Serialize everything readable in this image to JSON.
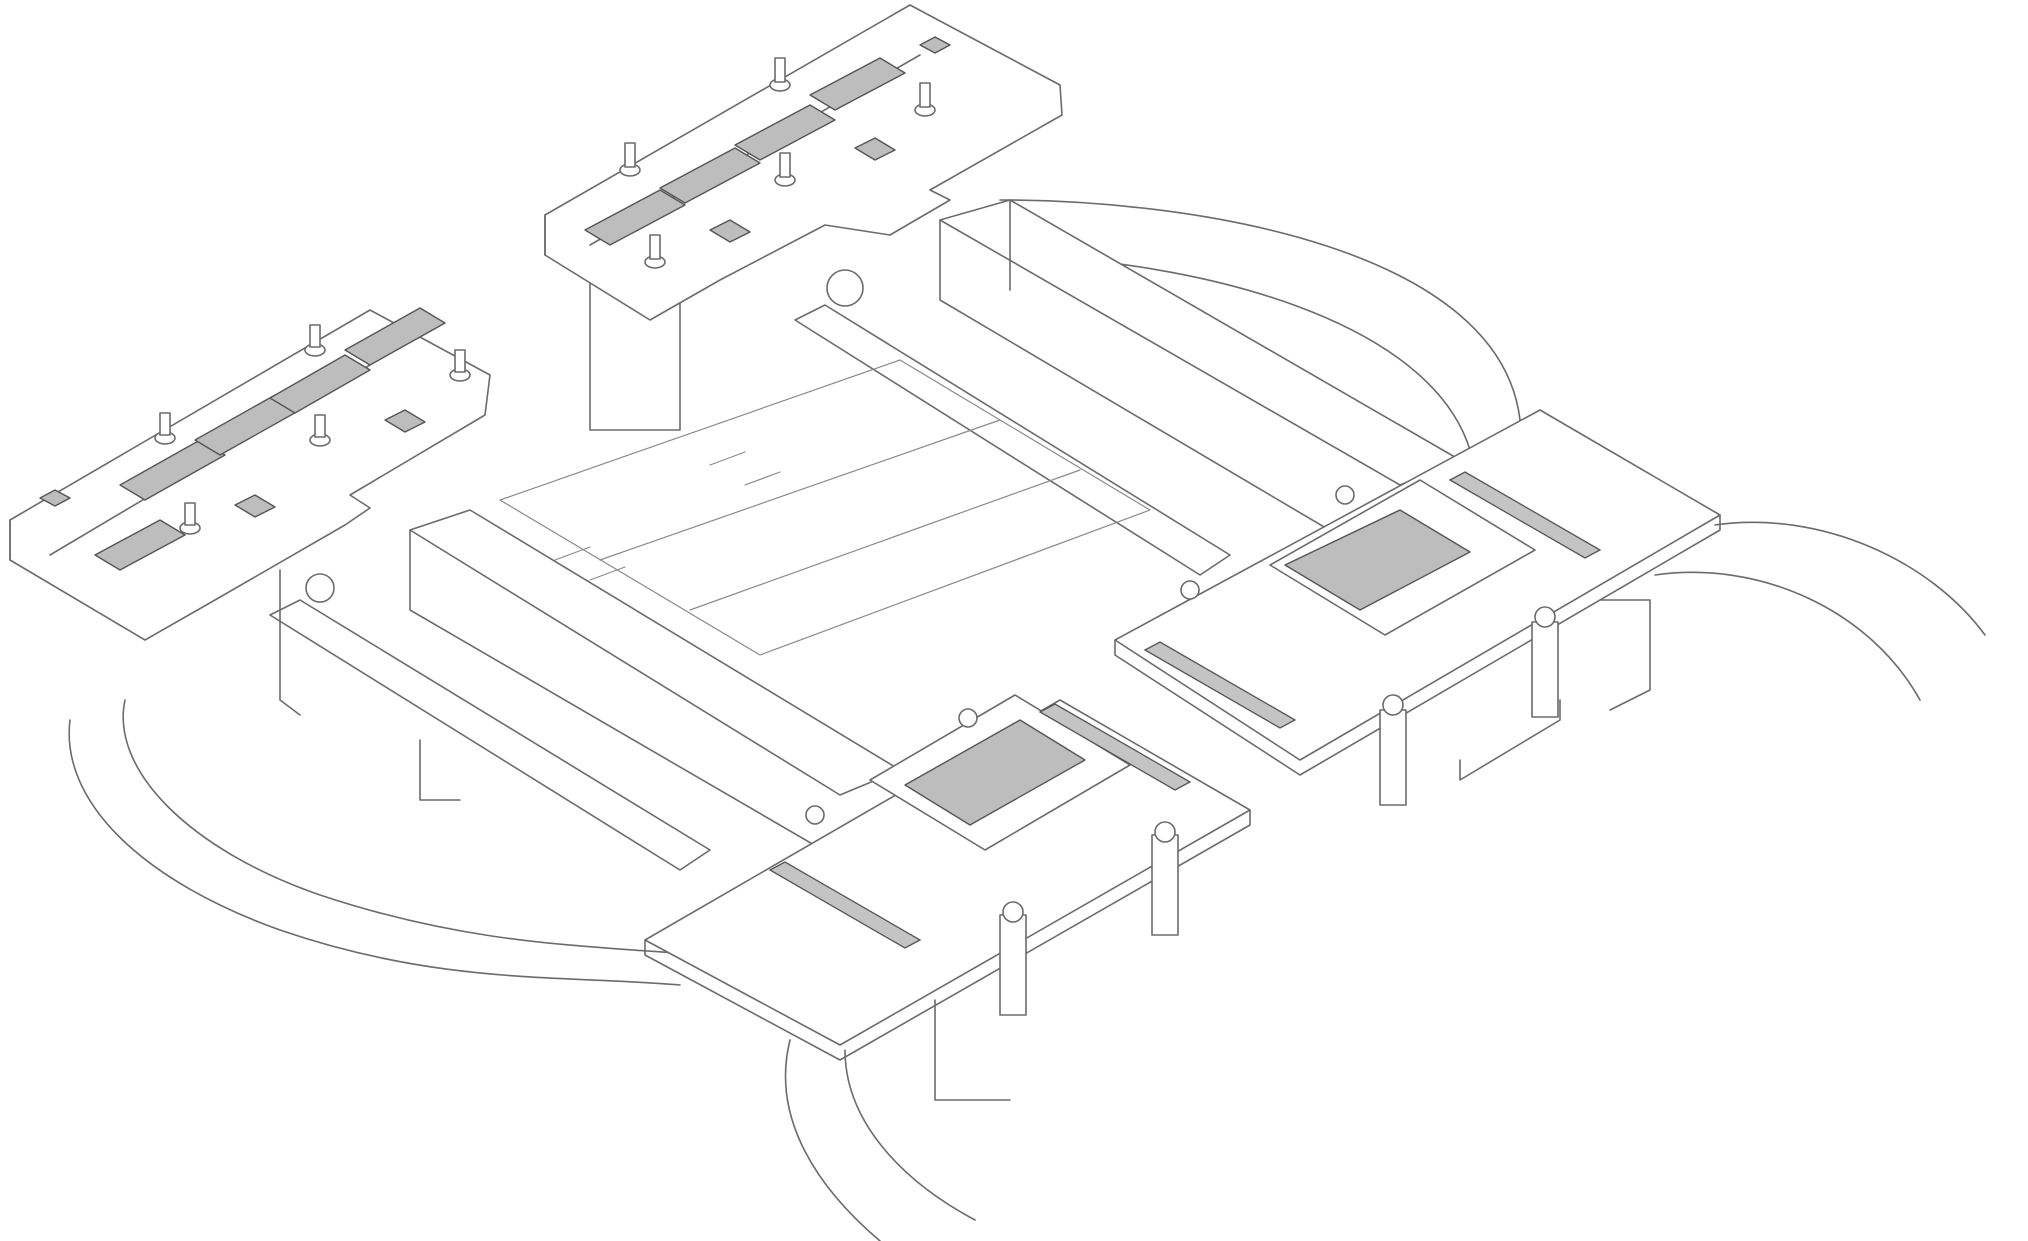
{
  "figure": {
    "description_visible_text": [],
    "colors": {
      "line": "#6b6b6b",
      "thermal_pad": "#bdbdbd",
      "background": "#ffffff"
    },
    "icons": [
      "thermal-pad",
      "standoff-screw",
      "spring-screw",
      "coolant-hose"
    ]
  }
}
